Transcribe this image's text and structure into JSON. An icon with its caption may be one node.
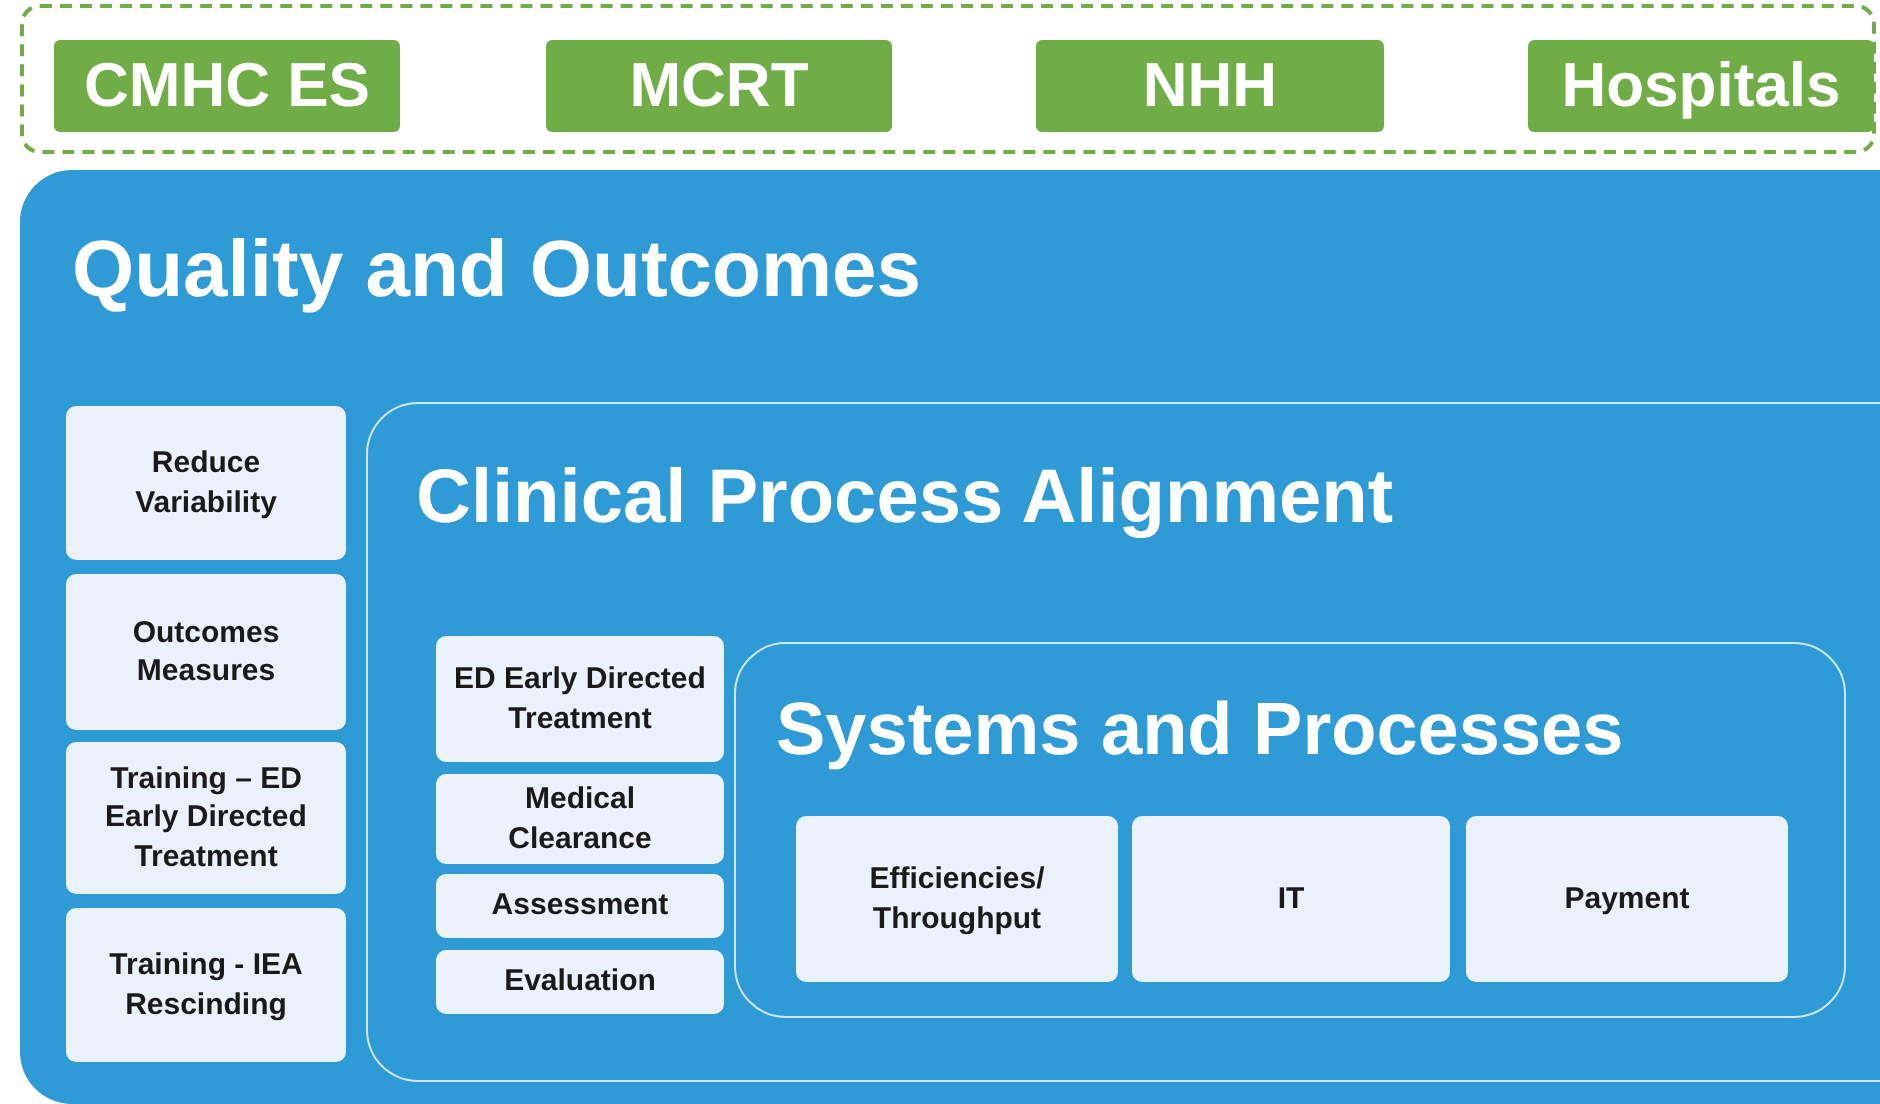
{
  "diagram": {
    "nodes": [
      {
        "text": [],
        "shape": "box"
      },
      {
        "text": [
          "CMHC ES"
        ],
        "in": 0
      },
      {
        "text": [
          "MCRT"
        ],
        "in": 0
      },
      {
        "text": [
          "NHH"
        ],
        "in": 0
      },
      {
        "text": [
          "Hospitals"
        ],
        "in": 0
      },
      {
        "text": [
          "Quality and Outcomes"
        ]
      },
      {
        "text": [
          "Reduce Variability"
        ],
        "in": 5
      },
      {
        "text": [
          "Outcomes Measures"
        ],
        "in": 5
      },
      {
        "text": [
          "Training – ED Early Directed Treatment"
        ],
        "in": 5
      },
      {
        "text": [
          "Training - IEA Rescinding"
        ],
        "in": 5
      },
      {
        "text": [
          "Clinical Process Alignment"
        ],
        "in": 5
      },
      {
        "text": [
          "ED Early Directed Treatment"
        ],
        "in": 10
      },
      {
        "text": [
          "Medical Clearance"
        ],
        "in": 10
      },
      {
        "text": [
          "Assessment"
        ],
        "in": 10
      },
      {
        "text": [
          "Evaluation"
        ],
        "in": 10
      },
      {
        "text": [
          "Systems and Processes"
        ],
        "in": 10
      },
      {
        "text": [
          "Efficiencies/ Throughput"
        ],
        "in": 15
      },
      {
        "text": [
          "IT"
        ],
        "in": 15
      },
      {
        "text": [
          "Payment"
        ],
        "in": 15
      }
    ],
    "edges": []
  }
}
